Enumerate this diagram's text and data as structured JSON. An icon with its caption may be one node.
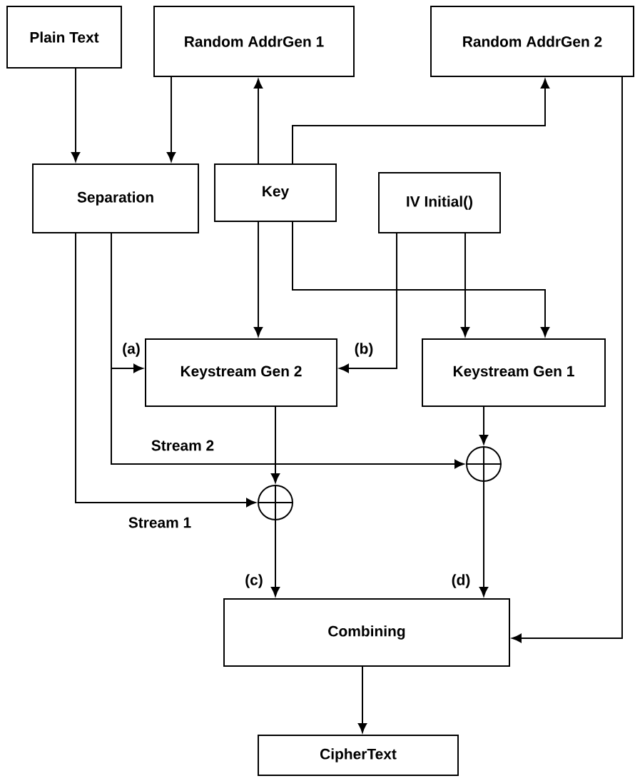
{
  "diagram": {
    "nodes": [
      {
        "text": [
          "Plain Text"
        ]
      },
      {
        "text": [
          "Random AddrGen 1"
        ]
      },
      {
        "text": [
          "Random AddrGen 2"
        ]
      },
      {
        "text": [
          "Separation"
        ]
      },
      {
        "text": [
          "Key"
        ]
      },
      {
        "text": [
          "IV Initial()"
        ]
      },
      {
        "text": [
          "Keystream Gen 2"
        ]
      },
      {
        "text": [
          "Keystream Gen 1"
        ]
      },
      {
        "text": [],
        "shape": "circle"
      },
      {
        "text": [],
        "shape": "circle"
      },
      {
        "text": [
          "Combining"
        ]
      },
      {
        "text": [
          "CipherText"
        ]
      }
    ],
    "edges": [
      {
        "from": 0,
        "to": 3,
        "arrow": "to"
      },
      {
        "from": 1,
        "to": 3,
        "arrow": "to"
      },
      {
        "from": 4,
        "to": 1,
        "arrow": "to"
      },
      {
        "from": 4,
        "to": 2,
        "arrow": "to"
      },
      {
        "from": 4,
        "to": 6,
        "arrow": "to"
      },
      {
        "from": 4,
        "to": 7,
        "arrow": "to"
      },
      {
        "from": 5,
        "to": 6,
        "arrow": "to",
        "label": "(b)"
      },
      {
        "from": 5,
        "to": 7,
        "arrow": "to"
      },
      {
        "from": 3,
        "to": 6,
        "arrow": "to",
        "label": "(a)"
      },
      {
        "from": 3,
        "to": 9,
        "arrow": "to",
        "label": "Stream 2"
      },
      {
        "from": 3,
        "to": 8,
        "arrow": "to",
        "label": "Stream 1"
      },
      {
        "from": 6,
        "to": 8,
        "arrow": "to"
      },
      {
        "from": 7,
        "to": 9,
        "arrow": "to"
      },
      {
        "from": 8,
        "to": 10,
        "arrow": "to",
        "label": "(c)"
      },
      {
        "from": 9,
        "to": 10,
        "arrow": "to",
        "label": "(d)"
      },
      {
        "from": 2,
        "to": 10,
        "arrow": "to"
      },
      {
        "from": 10,
        "to": 11,
        "arrow": "to"
      }
    ]
  }
}
